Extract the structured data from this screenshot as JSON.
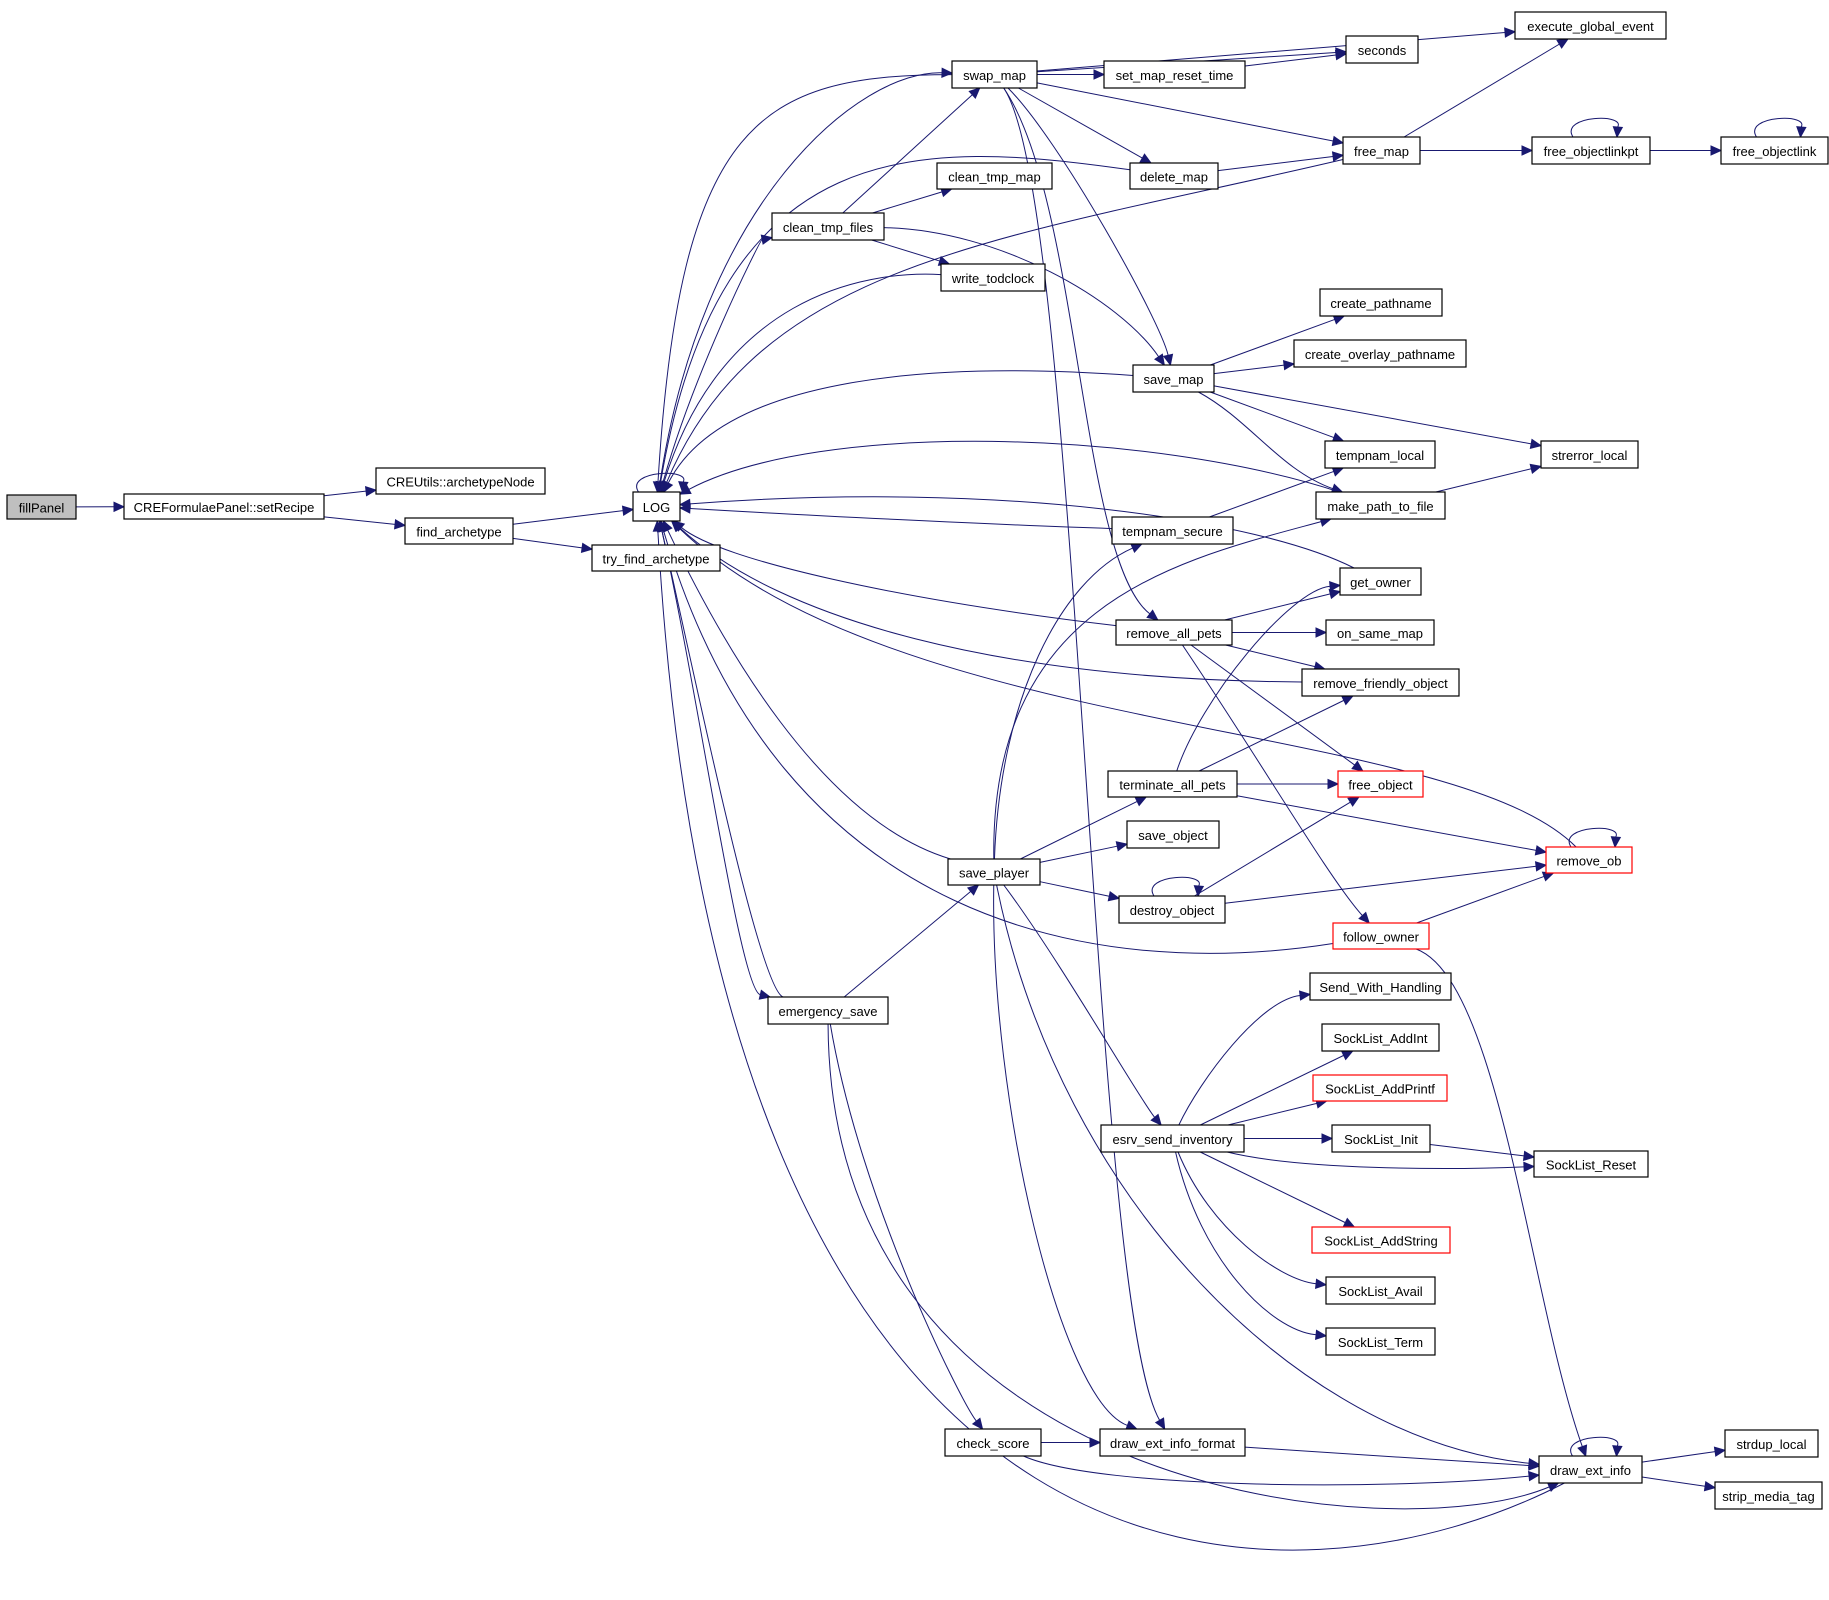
{
  "title": "Call graph for fillPanel",
  "colors": {
    "edge": "#191970",
    "root_fill": "#bfbfbf",
    "node_border": "#000000",
    "truncated_border": "#ff0000"
  },
  "nodes": [
    {
      "id": "fillPanel",
      "label": "fillPanel",
      "kind": "root"
    },
    {
      "id": "setRecipe",
      "label": "CREFormulaePanel::setRecipe",
      "kind": "normal"
    },
    {
      "id": "archetypeNode",
      "label": "CREUtils::archetypeNode",
      "kind": "normal"
    },
    {
      "id": "find_archetype",
      "label": "find_archetype",
      "kind": "normal"
    },
    {
      "id": "try_find_archetype",
      "label": "try_find_archetype",
      "kind": "normal"
    },
    {
      "id": "LOG",
      "label": "LOG",
      "kind": "normal"
    },
    {
      "id": "swap_map",
      "label": "swap_map",
      "kind": "normal"
    },
    {
      "id": "seconds",
      "label": "seconds",
      "kind": "normal"
    },
    {
      "id": "execute_global_event",
      "label": "execute_global_event",
      "kind": "normal"
    },
    {
      "id": "set_map_reset_time",
      "label": "set_map_reset_time",
      "kind": "normal"
    },
    {
      "id": "free_map",
      "label": "free_map",
      "kind": "normal"
    },
    {
      "id": "free_objectlinkpt",
      "label": "free_objectlinkpt",
      "kind": "normal"
    },
    {
      "id": "free_objectlink",
      "label": "free_objectlink",
      "kind": "normal"
    },
    {
      "id": "clean_tmp_map",
      "label": "clean_tmp_map",
      "kind": "normal"
    },
    {
      "id": "delete_map",
      "label": "delete_map",
      "kind": "normal"
    },
    {
      "id": "clean_tmp_files",
      "label": "clean_tmp_files",
      "kind": "normal"
    },
    {
      "id": "write_todclock",
      "label": "write_todclock",
      "kind": "normal"
    },
    {
      "id": "create_pathname",
      "label": "create_pathname",
      "kind": "normal"
    },
    {
      "id": "create_overlay_pathname",
      "label": "create_overlay_pathname",
      "kind": "normal"
    },
    {
      "id": "save_map",
      "label": "save_map",
      "kind": "normal"
    },
    {
      "id": "tempnam_local",
      "label": "tempnam_local",
      "kind": "normal"
    },
    {
      "id": "strerror_local",
      "label": "strerror_local",
      "kind": "normal"
    },
    {
      "id": "make_path_to_file",
      "label": "make_path_to_file",
      "kind": "normal"
    },
    {
      "id": "tempnam_secure",
      "label": "tempnam_secure",
      "kind": "normal"
    },
    {
      "id": "get_owner",
      "label": "get_owner",
      "kind": "normal"
    },
    {
      "id": "remove_all_pets",
      "label": "remove_all_pets",
      "kind": "normal"
    },
    {
      "id": "on_same_map",
      "label": "on_same_map",
      "kind": "normal"
    },
    {
      "id": "remove_friendly_object",
      "label": "remove_friendly_object",
      "kind": "normal"
    },
    {
      "id": "terminate_all_pets",
      "label": "terminate_all_pets",
      "kind": "normal"
    },
    {
      "id": "free_object",
      "label": "free_object",
      "kind": "truncated"
    },
    {
      "id": "save_object",
      "label": "save_object",
      "kind": "normal"
    },
    {
      "id": "save_player",
      "label": "save_player",
      "kind": "normal"
    },
    {
      "id": "remove_ob",
      "label": "remove_ob",
      "kind": "truncated"
    },
    {
      "id": "destroy_object",
      "label": "destroy_object",
      "kind": "normal"
    },
    {
      "id": "follow_owner",
      "label": "follow_owner",
      "kind": "truncated"
    },
    {
      "id": "emergency_save",
      "label": "emergency_save",
      "kind": "normal"
    },
    {
      "id": "Send_With_Handling",
      "label": "Send_With_Handling",
      "kind": "normal"
    },
    {
      "id": "SockList_AddInt",
      "label": "SockList_AddInt",
      "kind": "normal"
    },
    {
      "id": "SockList_AddPrintf",
      "label": "SockList_AddPrintf",
      "kind": "truncated"
    },
    {
      "id": "esrv_send_inventory",
      "label": "esrv_send_inventory",
      "kind": "normal"
    },
    {
      "id": "SockList_Init",
      "label": "SockList_Init",
      "kind": "normal"
    },
    {
      "id": "SockList_Reset",
      "label": "SockList_Reset",
      "kind": "normal"
    },
    {
      "id": "SockList_AddString",
      "label": "SockList_AddString",
      "kind": "truncated"
    },
    {
      "id": "SockList_Avail",
      "label": "SockList_Avail",
      "kind": "normal"
    },
    {
      "id": "SockList_Term",
      "label": "SockList_Term",
      "kind": "normal"
    },
    {
      "id": "check_score",
      "label": "check_score",
      "kind": "normal"
    },
    {
      "id": "draw_ext_info_format",
      "label": "draw_ext_info_format",
      "kind": "normal"
    },
    {
      "id": "draw_ext_info",
      "label": "draw_ext_info",
      "kind": "normal"
    },
    {
      "id": "strdup_local",
      "label": "strdup_local",
      "kind": "normal"
    },
    {
      "id": "strip_media_tag",
      "label": "strip_media_tag",
      "kind": "normal"
    }
  ],
  "edges": [
    [
      "fillPanel",
      "setRecipe"
    ],
    [
      "setRecipe",
      "archetypeNode"
    ],
    [
      "setRecipe",
      "find_archetype"
    ],
    [
      "find_archetype",
      "LOG"
    ],
    [
      "find_archetype",
      "try_find_archetype"
    ],
    [
      "LOG",
      "LOG"
    ],
    [
      "LOG",
      "swap_map"
    ],
    [
      "LOG",
      "clean_tmp_files"
    ],
    [
      "LOG",
      "emergency_save"
    ],
    [
      "swap_map",
      "LOG"
    ],
    [
      "swap_map",
      "execute_global_event"
    ],
    [
      "swap_map",
      "seconds"
    ],
    [
      "swap_map",
      "set_map_reset_time"
    ],
    [
      "swap_map",
      "free_map"
    ],
    [
      "swap_map",
      "delete_map"
    ],
    [
      "swap_map",
      "save_map"
    ],
    [
      "swap_map",
      "remove_all_pets"
    ],
    [
      "swap_map",
      "draw_ext_info_format"
    ],
    [
      "set_map_reset_time",
      "seconds"
    ],
    [
      "free_map",
      "execute_global_event"
    ],
    [
      "free_map",
      "free_objectlinkpt"
    ],
    [
      "free_map",
      "LOG"
    ],
    [
      "free_objectlinkpt",
      "free_objectlinkpt"
    ],
    [
      "free_objectlinkpt",
      "free_objectlink"
    ],
    [
      "free_objectlink",
      "free_objectlink"
    ],
    [
      "delete_map",
      "free_map"
    ],
    [
      "delete_map",
      "LOG"
    ],
    [
      "clean_tmp_files",
      "swap_map"
    ],
    [
      "clean_tmp_files",
      "clean_tmp_map"
    ],
    [
      "clean_tmp_files",
      "write_todclock"
    ],
    [
      "clean_tmp_files",
      "save_map"
    ],
    [
      "write_todclock",
      "LOG"
    ],
    [
      "save_map",
      "LOG"
    ],
    [
      "save_map",
      "create_pathname"
    ],
    [
      "save_map",
      "create_overlay_pathname"
    ],
    [
      "save_map",
      "tempnam_local"
    ],
    [
      "save_map",
      "strerror_local"
    ],
    [
      "save_map",
      "make_path_to_file"
    ],
    [
      "make_path_to_file",
      "strerror_local"
    ],
    [
      "make_path_to_file",
      "LOG"
    ],
    [
      "tempnam_secure",
      "tempnam_local"
    ],
    [
      "tempnam_secure",
      "LOG"
    ],
    [
      "get_owner",
      "LOG"
    ],
    [
      "remove_all_pets",
      "LOG"
    ],
    [
      "remove_all_pets",
      "get_owner"
    ],
    [
      "remove_all_pets",
      "on_same_map"
    ],
    [
      "remove_all_pets",
      "remove_friendly_object"
    ],
    [
      "remove_all_pets",
      "free_object"
    ],
    [
      "remove_all_pets",
      "follow_owner"
    ],
    [
      "remove_friendly_object",
      "LOG"
    ],
    [
      "terminate_all_pets",
      "get_owner"
    ],
    [
      "terminate_all_pets",
      "remove_friendly_object"
    ],
    [
      "terminate_all_pets",
      "free_object"
    ],
    [
      "terminate_all_pets",
      "remove_ob"
    ],
    [
      "remove_ob",
      "remove_ob"
    ],
    [
      "remove_ob",
      "LOG"
    ],
    [
      "save_player",
      "LOG"
    ],
    [
      "save_player",
      "tempnam_secure"
    ],
    [
      "save_player",
      "make_path_to_file"
    ],
    [
      "save_player",
      "terminate_all_pets"
    ],
    [
      "save_player",
      "save_object"
    ],
    [
      "save_player",
      "destroy_object"
    ],
    [
      "save_player",
      "esrv_send_inventory"
    ],
    [
      "save_player",
      "draw_ext_info_format"
    ],
    [
      "save_player",
      "draw_ext_info"
    ],
    [
      "destroy_object",
      "destroy_object"
    ],
    [
      "destroy_object",
      "free_object"
    ],
    [
      "destroy_object",
      "remove_ob"
    ],
    [
      "follow_owner",
      "remove_ob"
    ],
    [
      "follow_owner",
      "draw_ext_info"
    ],
    [
      "follow_owner",
      "LOG"
    ],
    [
      "emergency_save",
      "save_player"
    ],
    [
      "emergency_save",
      "check_score"
    ],
    [
      "emergency_save",
      "draw_ext_info"
    ],
    [
      "emergency_save",
      "LOG"
    ],
    [
      "esrv_send_inventory",
      "Send_With_Handling"
    ],
    [
      "esrv_send_inventory",
      "SockList_AddInt"
    ],
    [
      "esrv_send_inventory",
      "SockList_AddPrintf"
    ],
    [
      "esrv_send_inventory",
      "SockList_Init"
    ],
    [
      "esrv_send_inventory",
      "SockList_Reset"
    ],
    [
      "esrv_send_inventory",
      "SockList_AddString"
    ],
    [
      "esrv_send_inventory",
      "SockList_Avail"
    ],
    [
      "esrv_send_inventory",
      "SockList_Term"
    ],
    [
      "SockList_Init",
      "SockList_Reset"
    ],
    [
      "check_score",
      "draw_ext_info_format"
    ],
    [
      "check_score",
      "draw_ext_info"
    ],
    [
      "draw_ext_info_format",
      "draw_ext_info"
    ],
    [
      "draw_ext_info",
      "draw_ext_info"
    ],
    [
      "draw_ext_info",
      "strdup_local"
    ],
    [
      "draw_ext_info",
      "strip_media_tag"
    ],
    [
      "draw_ext_info",
      "LOG"
    ]
  ]
}
